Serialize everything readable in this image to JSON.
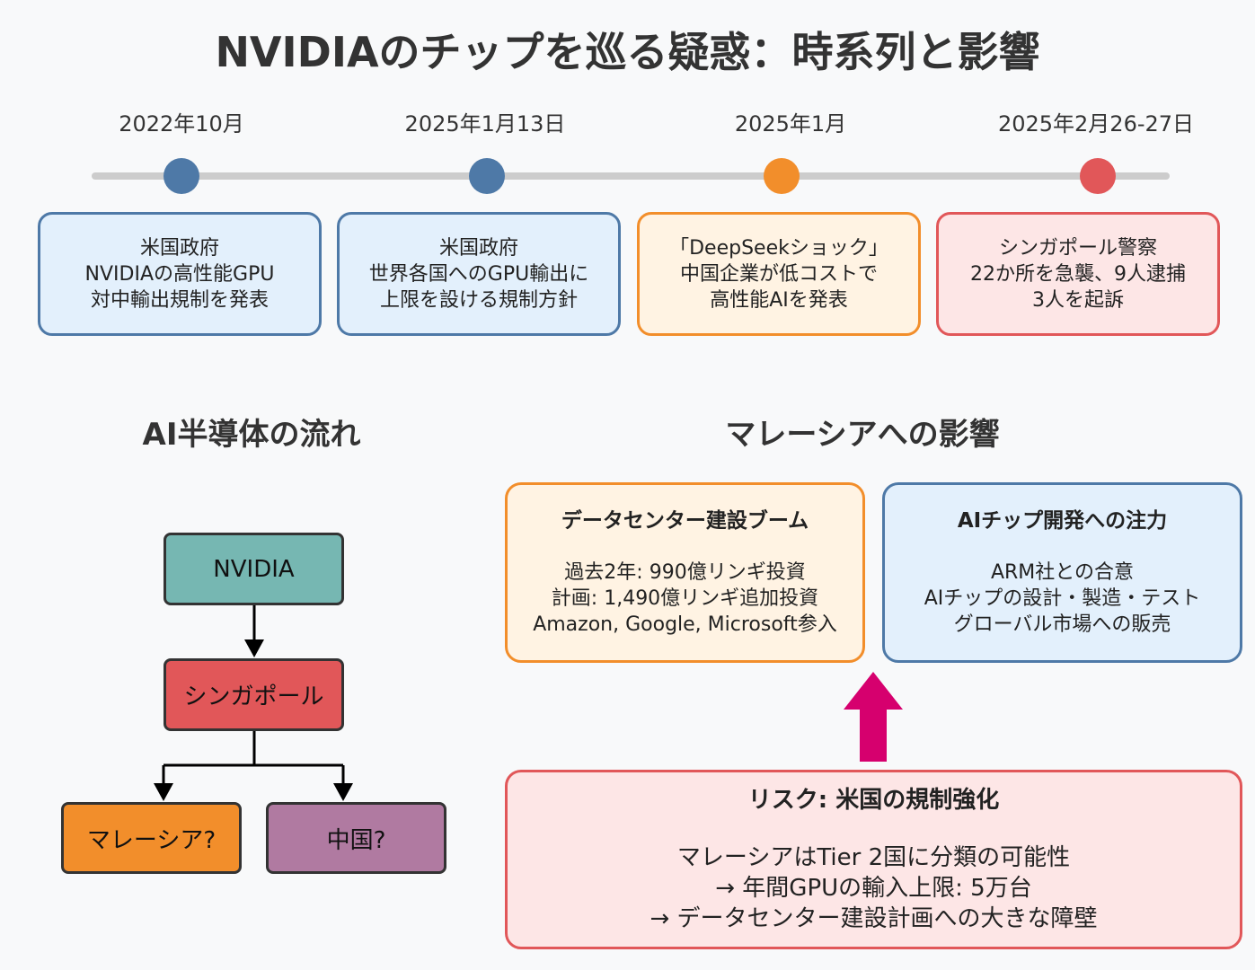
{
  "title": "NVIDIAのチップを巡る疑惑：時系列と影響",
  "timeline": [
    {
      "date": "2022年10月",
      "lines": [
        "米国政府",
        "NVIDIAの高性能GPU",
        "対中輸出規制を発表"
      ],
      "dot_color": "#4e79a7",
      "fill": "#e3f0fc",
      "border": "#4e79a7"
    },
    {
      "date": "2025年1月13日",
      "lines": [
        "米国政府",
        "世界各国へのGPU輸出に",
        "上限を設ける規制方針"
      ],
      "dot_color": "#4e79a7",
      "fill": "#e3f0fc",
      "border": "#4e79a7"
    },
    {
      "date": "2025年1月",
      "lines": [
        "「DeepSeekショック」",
        "中国企業が低コストで",
        "高性能AIを発表"
      ],
      "dot_color": "#f28e2b",
      "fill": "#fff3e3",
      "border": "#f28e2b"
    },
    {
      "date": "2025年2月26-27日",
      "lines": [
        "シンガポール警察",
        "22か所を急襲、9人逮捕",
        "3人を起訴"
      ],
      "dot_color": "#e15759",
      "fill": "#fde6e6",
      "border": "#e15759"
    }
  ],
  "flow": {
    "title": "AI半導体の流れ",
    "nvidia": "NVIDIA",
    "singapore": "シンガポール",
    "malaysia": "マレーシア?",
    "china": "中国?",
    "colors": {
      "nvidia": "#76b7b2",
      "singapore": "#e15759",
      "malaysia": "#f28e2b",
      "china": "#b07aa1"
    }
  },
  "impact": {
    "title": "マレーシアへの影響",
    "datacenter": {
      "heading": "データセンター建設ブーム",
      "lines": [
        "過去2年: 990億リンギ投資",
        "計画: 1,490億リンギ追加投資",
        "Amazon, Google, Microsoft参入"
      ]
    },
    "aichip": {
      "heading": "AIチップ開発への注力",
      "lines": [
        "ARM社との合意",
        "AIチップの設計・製造・テスト",
        "グローバル市場への販売"
      ]
    },
    "risk": {
      "heading": "リスク: 米国の規制強化",
      "lines": [
        "マレーシアはTier 2国に分類の可能性",
        "→ 年間GPUの輸入上限: 5万台",
        "→ データセンター建設計画への大きな障壁"
      ]
    },
    "arrow_color": "#d6006e"
  }
}
